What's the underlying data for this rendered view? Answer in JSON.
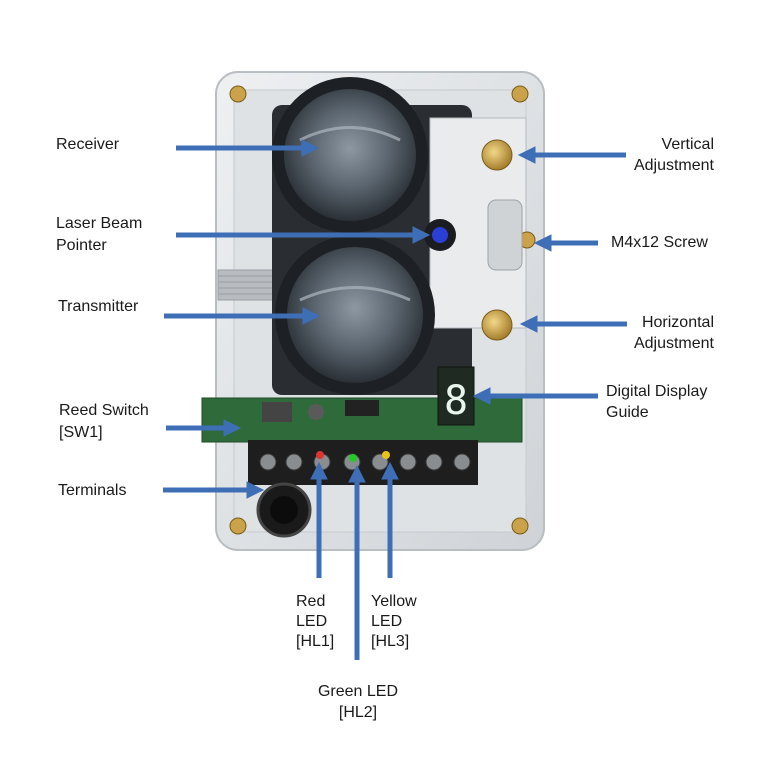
{
  "colors": {
    "arrow": "#3e6fb6",
    "housing": "#e4e6e8",
    "pcb": "#2e6a3a",
    "terminal_block": "#1e1e1e",
    "lens": "#55606a",
    "brass": "#c9a24a",
    "laser": "#2a3fd6"
  },
  "labels": {
    "receiver": "Receiver",
    "laser_pointer_l1": "Laser Beam",
    "laser_pointer_l2": "Pointer",
    "transmitter": "Transmitter",
    "reed_switch_l1": "Reed Switch",
    "reed_switch_l2": "[SW1]",
    "terminals": "Terminals",
    "vertical_l1": "Vertical",
    "vertical_l2": "Adjustment",
    "m4_screw": "M4x12 Screw",
    "horizontal_l1": "Horizontal",
    "horizontal_l2": "Adjustment",
    "display_l1": "Digital Display",
    "display_l2": "Guide",
    "red_led_l1": "Red",
    "red_led_l2": "LED",
    "red_led_l3": "[HL1]",
    "yellow_led_l1": "Yellow",
    "yellow_led_l2": "LED",
    "yellow_led_l3": "[HL3]",
    "green_led_l1": "Green LED",
    "green_led_l2": "[HL2]"
  },
  "display_digit": "8"
}
